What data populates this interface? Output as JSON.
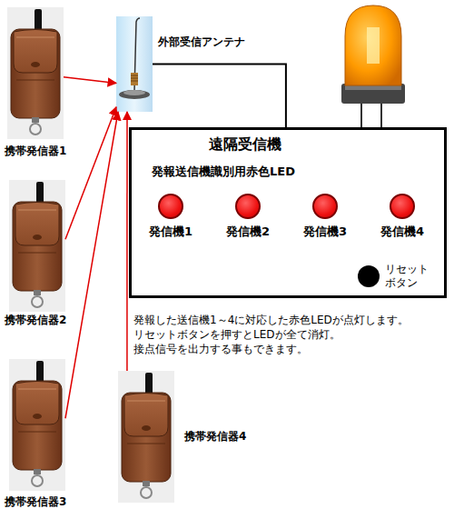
{
  "diagram": {
    "nodes": [
      {
        "text": [
          "携帯発信器1"
        ]
      },
      {
        "text": [
          "外部受信アンテナ"
        ]
      },
      {
        "text": [
          "遠隔受信機",
          "発報送信機識別用赤色LED"
        ]
      },
      {
        "text": [
          "発信機1"
        ],
        "in": 2
      },
      {
        "text": [
          "発信機2"
        ],
        "in": 2
      },
      {
        "text": [
          "発信機3"
        ],
        "in": 2
      },
      {
        "text": [
          "発信機4"
        ],
        "in": 2
      },
      {
        "text": [
          "リセット ボタン"
        ],
        "in": 2
      },
      {
        "text": [
          "携帯発信器2"
        ]
      },
      {
        "text": [
          "携帯発信器3"
        ]
      },
      {
        "text": [
          "携帯発信器4"
        ]
      }
    ],
    "edges": [
      {
        "from": 0,
        "to": 1,
        "arrow": "to"
      },
      {
        "from": 8,
        "to": 1,
        "arrow": "to"
      },
      {
        "from": 9,
        "to": 1,
        "arrow": "to"
      },
      {
        "from": 10,
        "to": 1,
        "arrow": "to"
      },
      {
        "from": 1,
        "to": 2,
        "arrow": "none"
      }
    ],
    "labels": [
      "発報した送信機1～4に対応した赤色LEDが点灯します。",
      "リセットボタンを押すとLEDが全て消灯。",
      "接点信号を出力する事もできます。"
    ]
  }
}
